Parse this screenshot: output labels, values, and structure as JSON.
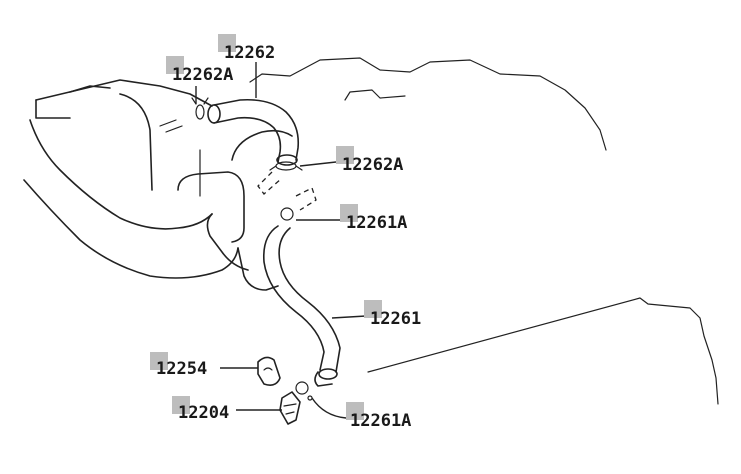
{
  "diagram": {
    "callouts": [
      {
        "id": "c1",
        "part_number": "12262"
      },
      {
        "id": "c2",
        "part_number": "12262A"
      },
      {
        "id": "c3",
        "part_number": "12262A"
      },
      {
        "id": "c4",
        "part_number": "12261A"
      },
      {
        "id": "c5",
        "part_number": "12261"
      },
      {
        "id": "c6",
        "part_number": "12254"
      },
      {
        "id": "c7",
        "part_number": "12204"
      },
      {
        "id": "c8",
        "part_number": "12261A"
      }
    ]
  }
}
